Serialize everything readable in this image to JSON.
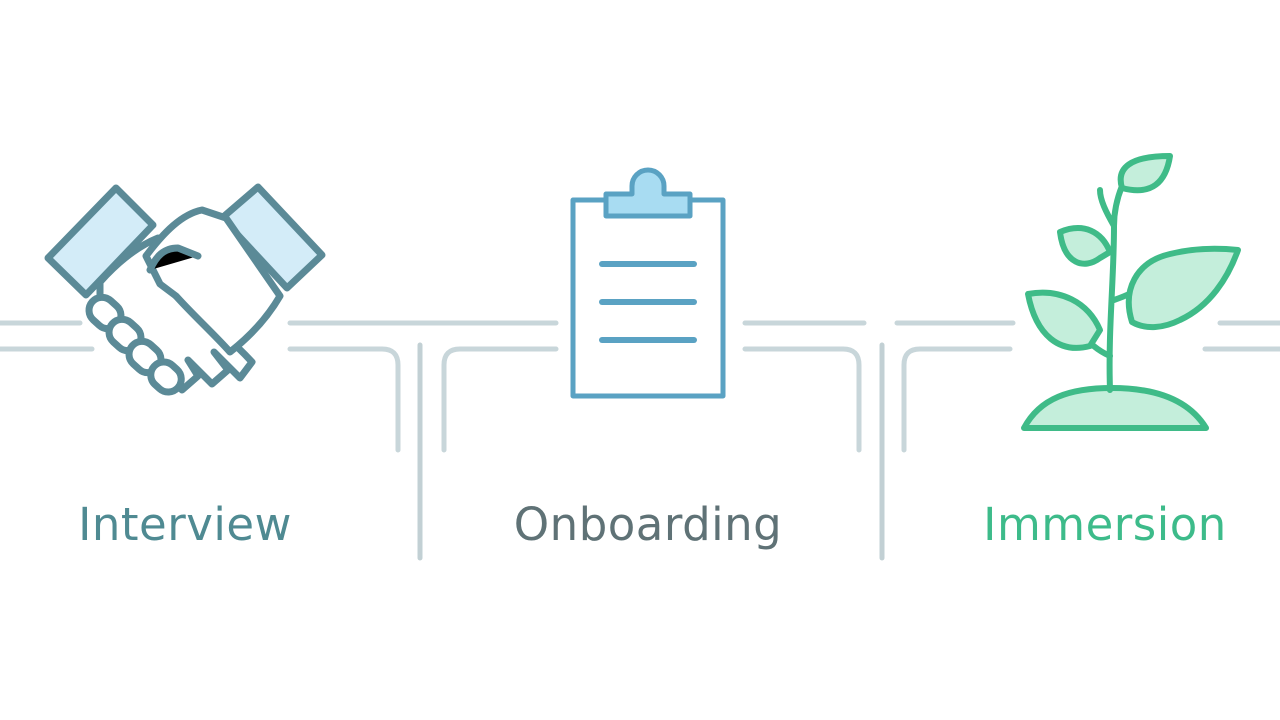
{
  "stages": [
    {
      "id": "interview",
      "label": "Interview",
      "icon": "handshake-icon",
      "color": "#4f8a92"
    },
    {
      "id": "onboarding",
      "label": "Onboarding",
      "icon": "clipboard-icon",
      "color": "#5f7276"
    },
    {
      "id": "immersion",
      "label": "Immersion",
      "icon": "sprout-icon",
      "color": "#3dbb8a"
    }
  ],
  "colors": {
    "track": "#c8d6da",
    "divider": "#c2d0d4",
    "handshake_stroke": "#5b8a97",
    "handshake_fill": "#d3ecf8",
    "clipboard_stroke": "#5aa2c3",
    "clipboard_fill": "#a8dcf2",
    "sprout_stroke": "#3fbb88",
    "sprout_fill": "#c4eedb"
  }
}
